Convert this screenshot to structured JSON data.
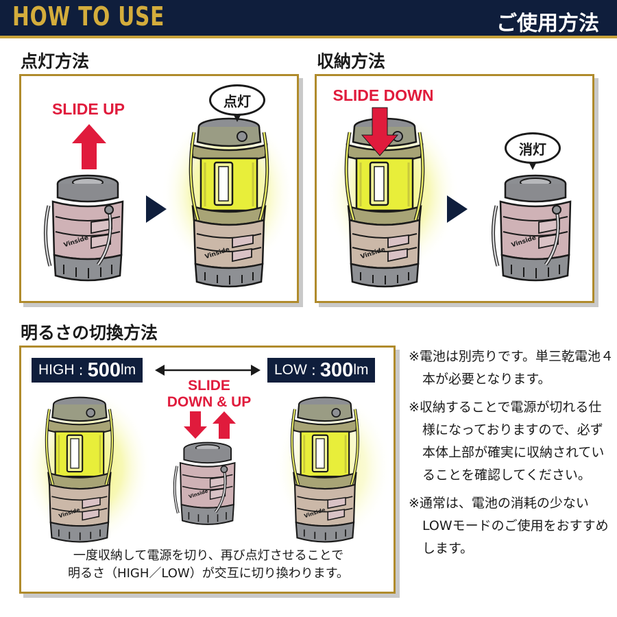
{
  "header": {
    "title": "HOW TO USE",
    "subtitle": "ご使用方法"
  },
  "colors": {
    "navy": "#0f1e3c",
    "gold": "#c7a23a",
    "red": "#e01b3c",
    "glow": "#e9ef3a"
  },
  "sections": {
    "light_on": {
      "title": "点灯方法",
      "action": "SLIDE UP",
      "bubble": "点灯"
    },
    "storage": {
      "title": "収納方法",
      "action": "SLIDE DOWN",
      "bubble": "消灯"
    },
    "brightness": {
      "title": "明るさの切換方法",
      "high": {
        "level": "HIGH",
        "separator": ":",
        "value": "500",
        "unit": "lm"
      },
      "low": {
        "level": "LOW",
        "separator": ":",
        "value": "300",
        "unit": "lm"
      },
      "action_line1": "SLIDE",
      "action_line2": "DOWN & UP",
      "caption_line1": "一度収納して電源を切り、再び点灯させることで",
      "caption_line2": "明るさ（HIGH／LOW）が交互に切り換わります。"
    }
  },
  "notes": [
    "※電池は別売りです。単三乾電池４本が必要となります。",
    "※収納することで電源が切れる仕様になっておりますので、必ず本体上部が確実に収納されていることを確認してください。",
    "※通常は、電池の消耗の少ないLOWモードのご使用をおすすめします。"
  ],
  "lantern_logo": "Vinside",
  "icons": [
    "red-up-arrow-icon",
    "red-down-arrow-icon",
    "navy-triangle-arrow-icon",
    "double-headed-arrow-icon",
    "speech-bubble-icon"
  ]
}
